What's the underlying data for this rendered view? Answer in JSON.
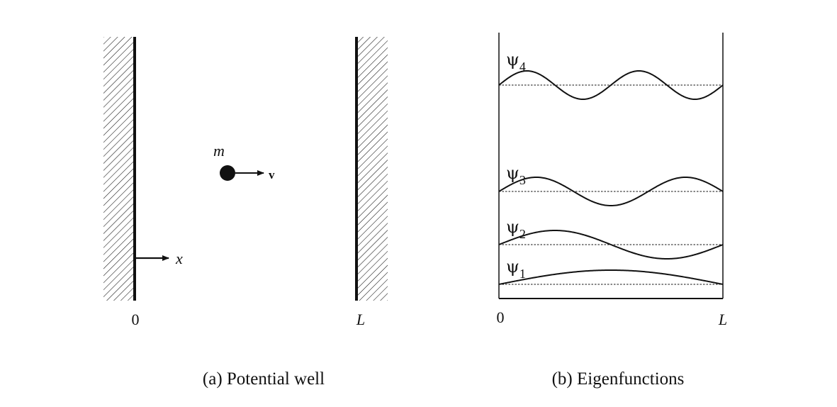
{
  "panel_a": {
    "caption": "(a) Potential well",
    "origin_label": "0",
    "width_label": "L",
    "x_axis_label": "x",
    "mass_label": "m",
    "velocity_label": "v"
  },
  "panel_b": {
    "caption": "(b) Eigenfunctions",
    "origin_label": "0",
    "width_label": "L",
    "eigenfunctions": [
      {
        "symbol": "ψ",
        "index": "1",
        "n": 1
      },
      {
        "symbol": "ψ",
        "index": "2",
        "n": 2
      },
      {
        "symbol": "ψ",
        "index": "3",
        "n": 3
      },
      {
        "symbol": "ψ",
        "index": "4",
        "n": 4
      }
    ]
  },
  "colors": {
    "ink": "#111111",
    "background": "#ffffff"
  }
}
